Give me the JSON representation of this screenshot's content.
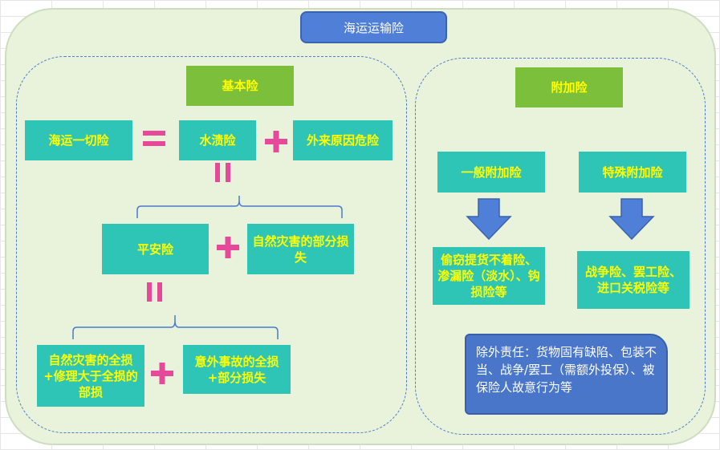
{
  "title": "海运运输险",
  "basic": {
    "header": "基本险",
    "all_risks": "海运一切险",
    "wpa": "水渍险",
    "external": "外来原因危险",
    "fpa": "平安险",
    "natural_partial": "自然灾害的部分损失",
    "natural_total": "自然灾害的全损+修理大于全损的部损",
    "accident": "意外事故的全损+部分损失"
  },
  "additional": {
    "header": "附加险",
    "general": "一般附加险",
    "special": "特殊附加险",
    "general_items": "偷窃提货不着险、渗漏险（淡水）、钩损险等",
    "special_items": "战争险、罢工险、进口关税险等",
    "exclusions": "除外责任：货物固有缺陷、包装不当、战争/罢工（需额外投保）、被保险人故意行为等"
  },
  "colors": {
    "teal": "#2fc5b6",
    "green": "#7cbf3a",
    "blue": "#4f7fd6",
    "pink": "#e6489a",
    "text_yellow": "#ffff00"
  }
}
